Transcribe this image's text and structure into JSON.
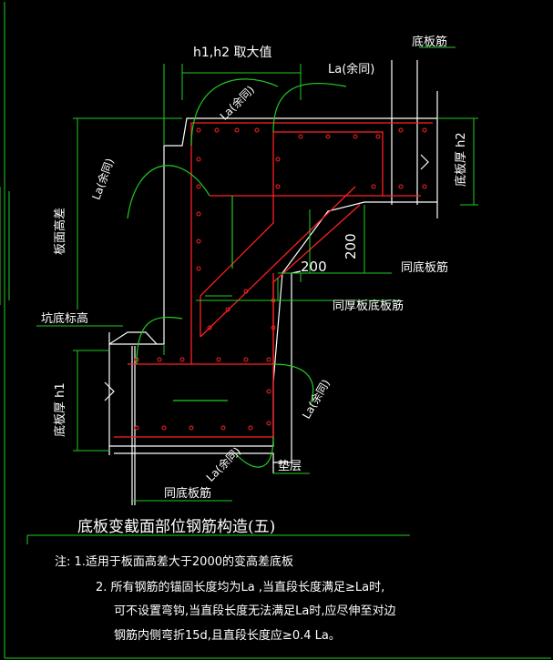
{
  "labels": {
    "h1h2": "h1,h2 取大值",
    "bottom_rebar_top": "底板筋",
    "la_top": "La(余同)",
    "la_left_top": "La(余同)",
    "la_left_mid": "La(余同)",
    "thickness_h2": "底板厚 h2",
    "elev_diff": "板面高差",
    "dim_200_v": "200",
    "dim_200_h": "200",
    "same_bottom_rebar_right": "同底板筋",
    "same_thick_bottom_rebar": "同厚板底板筋",
    "pit_bottom_elev": "坑底标高",
    "thickness_h1": "底板厚 h1",
    "la_right_low": "La(余同)",
    "la_bottom": "La(余同)",
    "cushion": "垫层",
    "same_bottom_rebar_low": "同底板筋"
  },
  "title": "底板变截面部位钢筋构造(五)",
  "notes": {
    "line1": "注: 1.适用于板面高差大于2000的变高差底板",
    "line2": "2. 所有钢筋的锚固长度均为La ,当直段长度满足≥La时,",
    "line3": "可不设置弯钩,当直段长度无法满足La时,应尽伸至对边",
    "line4": "钢筋内侧弯折15d,且直段长度应≥0.4 La。"
  },
  "colors": {
    "outline": "#ffffff",
    "rebar_red": "#ff2020",
    "anchor_green": "#22cc22",
    "dim_green": "#22cc22",
    "frame": "#22cc22"
  }
}
